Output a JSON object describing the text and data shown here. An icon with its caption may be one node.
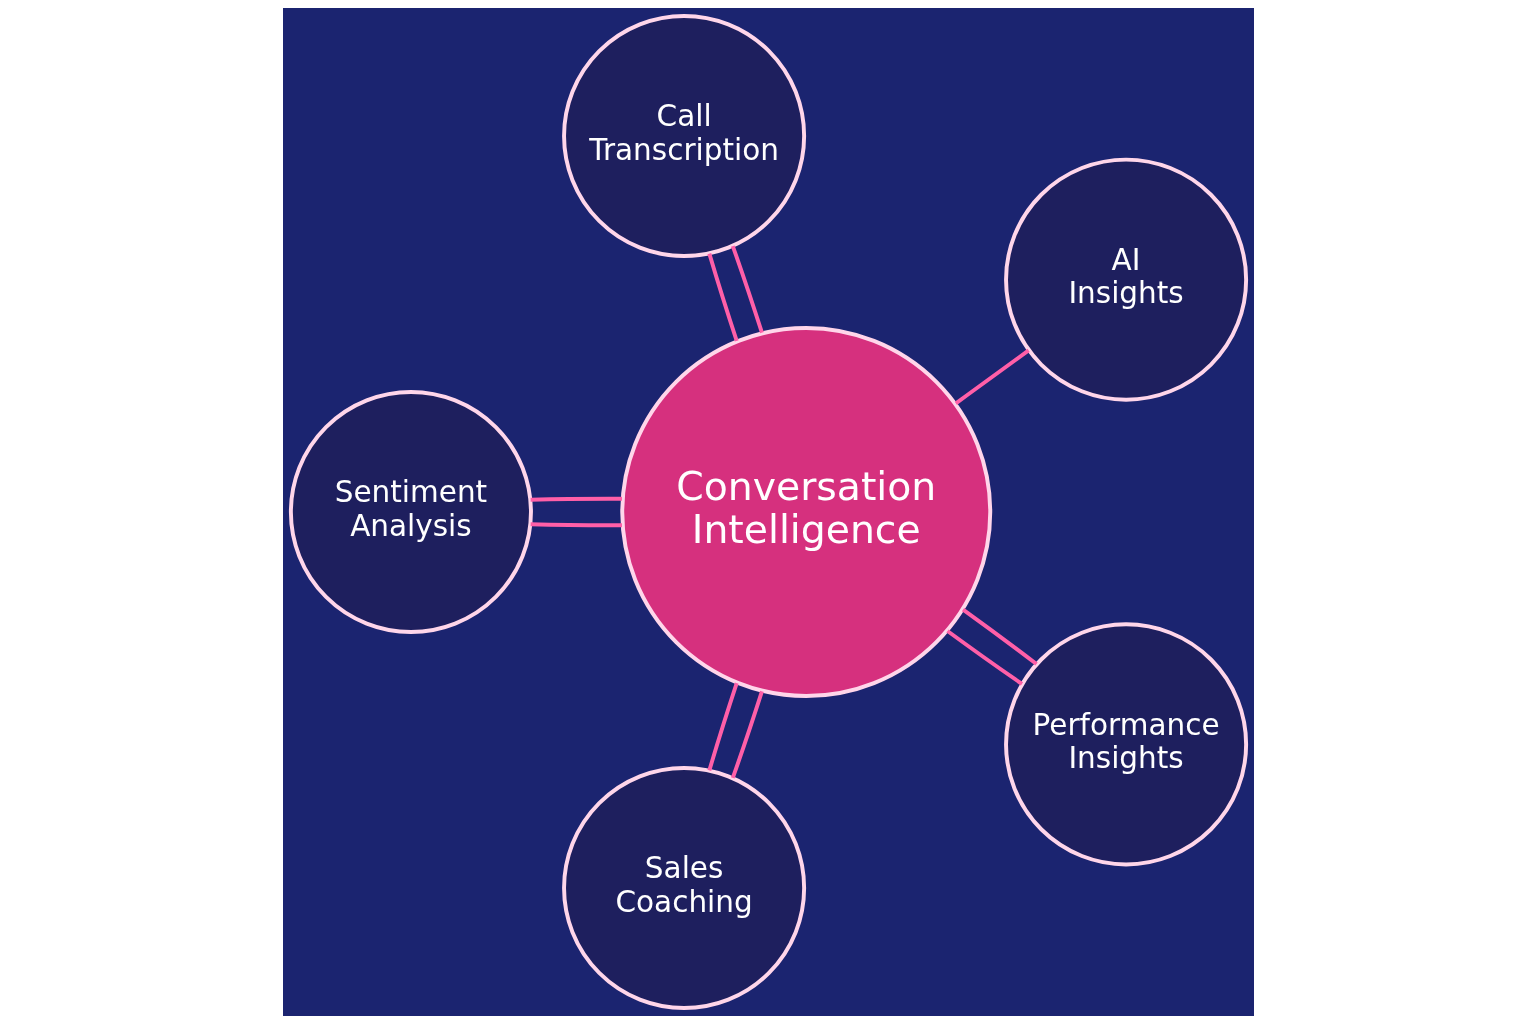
{
  "diagram": {
    "nodes": [
      {
        "text": [
          "Conversation Intelligence"
        ]
      },
      {
        "text": [
          "Call Transcription"
        ]
      },
      {
        "text": [
          "Sentiment Analysis"
        ]
      },
      {
        "text": [
          "Sales Coaching"
        ]
      },
      {
        "text": [
          "AI Insights"
        ]
      },
      {
        "text": [
          "Performance Insights"
        ]
      }
    ],
    "edges": [
      {
        "from": 1,
        "to": 0,
        "arrow": "none"
      },
      {
        "from": 1,
        "to": 0,
        "arrow": "none"
      },
      {
        "from": 2,
        "to": 0,
        "arrow": "none"
      },
      {
        "from": 2,
        "to": 0,
        "arrow": "none"
      },
      {
        "from": 3,
        "to": 0,
        "arrow": "none"
      },
      {
        "from": 3,
        "to": 0,
        "arrow": "none"
      },
      {
        "from": 0,
        "to": 4,
        "arrow": "none"
      },
      {
        "from": 5,
        "to": 0,
        "arrow": "none"
      },
      {
        "from": 5,
        "to": 0,
        "arrow": "none"
      }
    ]
  }
}
